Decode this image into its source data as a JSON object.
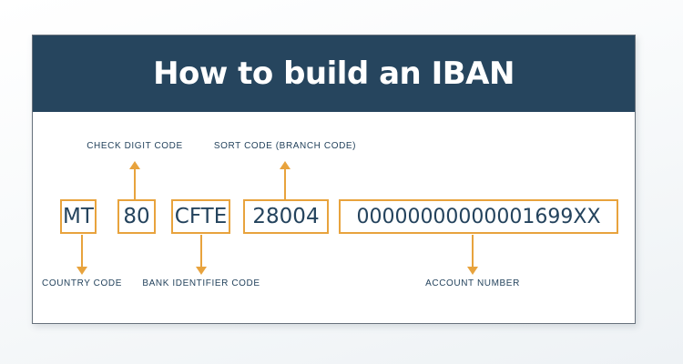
{
  "header": {
    "title": "How to build an IBAN"
  },
  "iban_example": "MT80CFTE2800400000000000001699XX",
  "segments": [
    {
      "id": "country",
      "value": "MT",
      "label": "COUNTRY CODE",
      "label_position": "below"
    },
    {
      "id": "check-digit",
      "value": "80",
      "label": "CHECK DIGIT CODE",
      "label_position": "above"
    },
    {
      "id": "bank-identifier",
      "value": "CFTE",
      "label": "BANK IDENTIFIER CODE",
      "label_position": "below"
    },
    {
      "id": "sort-code",
      "value": "28004",
      "label": "SORT CODE (BRANCH CODE)",
      "label_position": "above"
    },
    {
      "id": "account-number",
      "value": "00000000000001699XX",
      "label": "ACCOUNT NUMBER",
      "label_position": "below"
    }
  ],
  "colors": {
    "header_navy": "#26455e",
    "accent_orange": "#e8a33d",
    "text_navy": "#24435d",
    "card_border": "#67717c"
  }
}
